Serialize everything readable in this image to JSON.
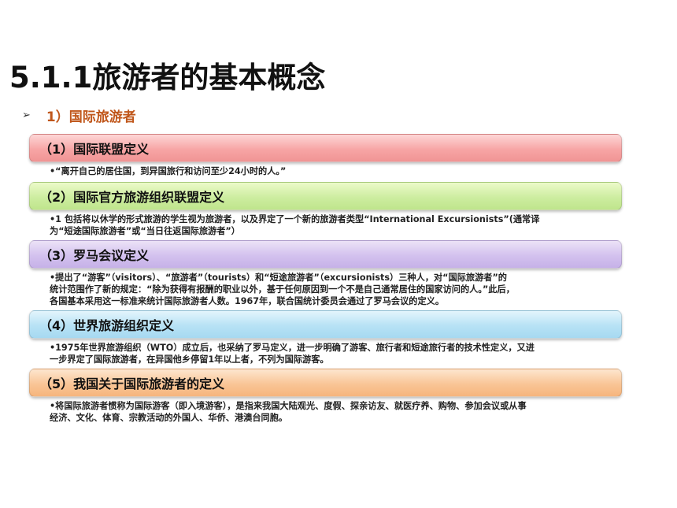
{
  "title": "5.1.1旅游者的基本概念",
  "subheading": {
    "bullet": "➢",
    "text": "1）国际旅游者"
  },
  "sections": [
    {
      "header": "（1）国际联盟定义",
      "color": "#f7a5a5",
      "text": "•“离开自己的居住国，到异国旅行和访问至少24小时的人。”"
    },
    {
      "header": "（2）国际官方旅游组织联盟定义",
      "color": "#cdeda0",
      "text": "•1 包括将以休学的形式旅游的学生视为旅游者，以及界定了一个新的旅游者类型“International Excursionists”(通常译\n为“短途国际旅游者”或“当日往返国际旅游者”）"
    },
    {
      "header": "（3）罗马会议定义",
      "color": "#d3c1ee",
      "text": "•提出了“游客”（visitors）、“旅游者”（tourists）和“短途旅游者”（excursionists）三种人，对“国际旅游者”的\n统计范围作了新的规定：“除为获得有报酬的职业以外，基于任何原因到一个不是自己通常居住的国家访问的人。”此后，\n各国基本采用这一标准来统计国际旅游者人数。1967年，联合国统计委员会通过了罗马会议的定义。"
    },
    {
      "header": "（4）世界旅游组织定义",
      "color": "#b7e2f5",
      "text": "•1975年世界旅游组织（WTO）成立后，也采纳了罗马定义，进一步明确了游客、旅行者和短途旅行者的技术性定义，又进\n一步界定了国际旅游者，在异国他乡停留1年以上者，不列为国际游客。"
    },
    {
      "header": "（5）我国关于国际旅游者的定义",
      "color": "#f9c596",
      "text": "•将国际旅游者惯称为国际游客（即入境游客），是指来我国大陆观光、度假、探亲访友、就医疗养、购物、参加会议或从事\n经济、文化、体育、宗教活动的外国人、华侨、港澳台同胞。"
    }
  ]
}
